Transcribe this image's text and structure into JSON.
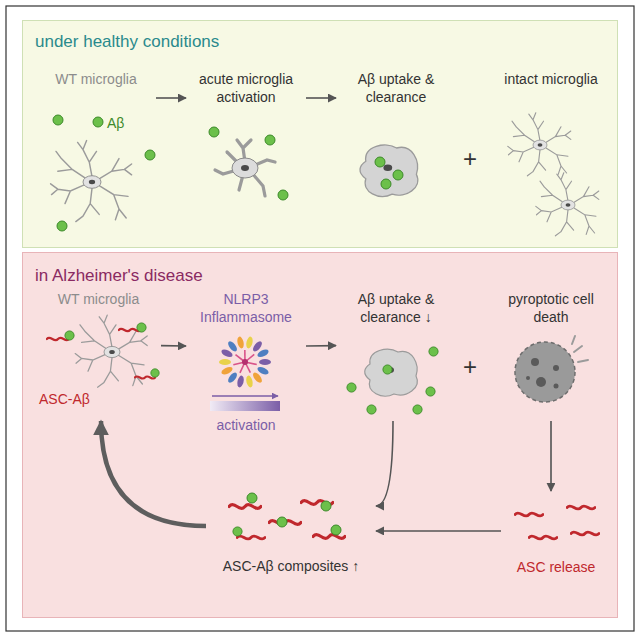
{
  "diagram": {
    "nodes": [
      {
        "text": [
          "under healthy conditions"
        ]
      },
      {
        "text": [
          "in Alzheimer's disease"
        ]
      },
      {
        "text": [
          "WT microglia",
          "Aβ"
        ],
        "in": 0
      },
      {
        "text": [
          "acute microglia activation"
        ],
        "in": 0
      },
      {
        "text": [
          "Aβ uptake & clearance"
        ],
        "in": 0
      },
      {
        "text": [
          "intact microglia"
        ],
        "in": 0
      },
      {
        "text": [
          "WT microglia",
          "ASC-Aβ"
        ],
        "in": 1
      },
      {
        "text": [
          "NLRP3 Inflammasome",
          "activation"
        ],
        "in": 1
      },
      {
        "text": [
          "Aβ uptake & clearance ↓"
        ],
        "in": 1
      },
      {
        "text": [
          "pyroptotic cell death"
        ],
        "in": 1
      },
      {
        "text": [
          "ASC release"
        ],
        "in": 1
      },
      {
        "text": [
          "ASC-Aβ composites ↑"
        ],
        "in": 1
      }
    ],
    "edges": [
      {
        "from": 2,
        "to": 3,
        "arrow": "to"
      },
      {
        "from": 3,
        "to": 4,
        "arrow": "to"
      },
      {
        "from": 6,
        "to": 7,
        "arrow": "to"
      },
      {
        "from": 7,
        "to": 8,
        "arrow": "to"
      },
      {
        "from": 9,
        "to": 10,
        "arrow": "to"
      },
      {
        "from": 10,
        "to": 11,
        "arrow": "to"
      },
      {
        "from": 8,
        "to": 11,
        "arrow": "to"
      },
      {
        "from": 11,
        "to": 6,
        "arrow": "to"
      }
    ],
    "labels": [
      "+",
      "+"
    ]
  }
}
